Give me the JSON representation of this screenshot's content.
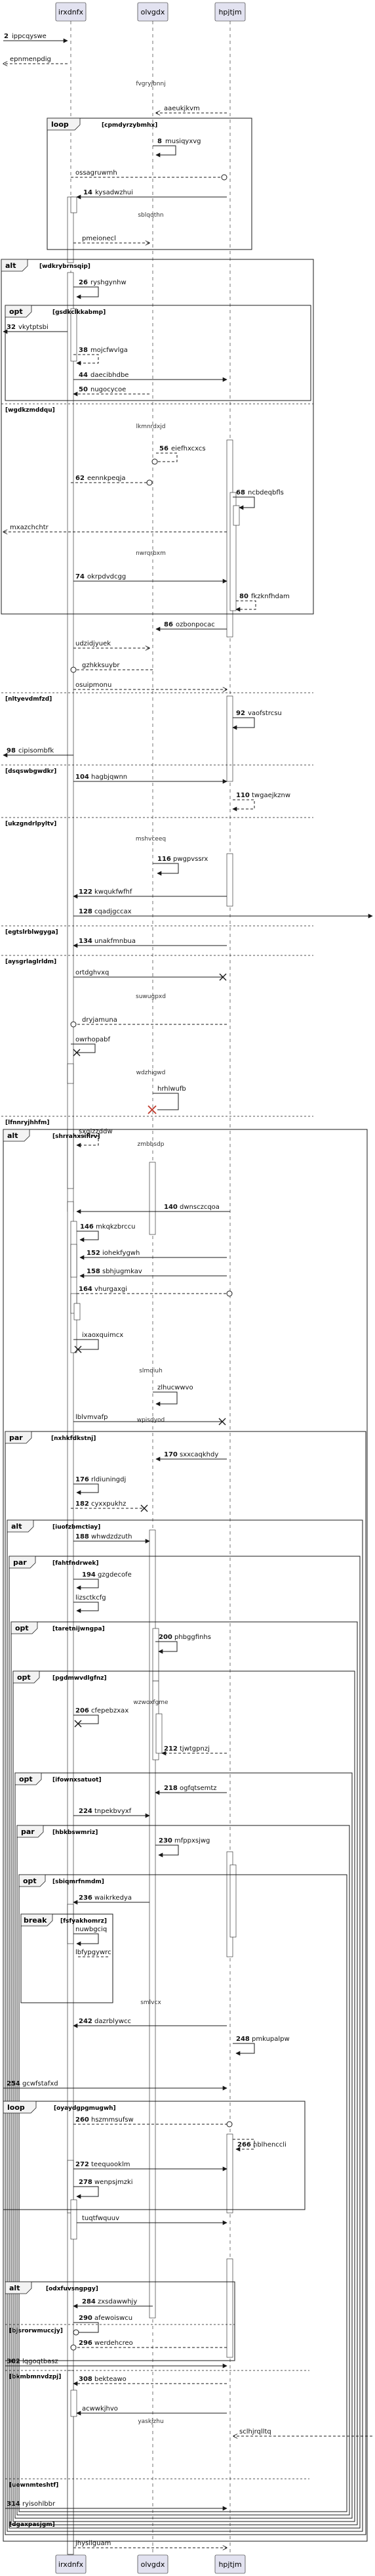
{
  "participants": [
    {
      "id": "P1",
      "name": "irxdnfx"
    },
    {
      "id": "P2",
      "name": "olvgdx"
    },
    {
      "id": "P3",
      "name": "hpjtjm"
    }
  ],
  "messages": [
    {
      "n": "2",
      "text": "ippcqyswe"
    },
    {
      "text": "epnmenpdig"
    },
    {
      "text": "aaeukjkvm"
    },
    {
      "n": "8",
      "text": "musiqyxvg"
    },
    {
      "text": "ossagruwmh"
    },
    {
      "n": "14",
      "text": "kysadwzhui"
    },
    {
      "text": "pmeionecl"
    },
    {
      "n": "26",
      "text": "ryshgynhw"
    },
    {
      "n": "32",
      "text": "vkytptsbi"
    },
    {
      "n": "38",
      "text": "mojcfwvlga"
    },
    {
      "n": "44",
      "text": "daecibhdbe"
    },
    {
      "n": "50",
      "text": "nugocycoe"
    },
    {
      "n": "56",
      "text": "eiefhxcxcs"
    },
    {
      "n": "62",
      "text": "eennkpeqja"
    },
    {
      "n": "68",
      "text": "ncbdeqbfls"
    },
    {
      "text": "mxazchchtr"
    },
    {
      "n": "74",
      "text": "okrpdvdcgg"
    },
    {
      "n": "80",
      "text": "fkzknfhdam"
    },
    {
      "n": "86",
      "text": "ozbonpocac"
    },
    {
      "text": "udzidjyuek"
    },
    {
      "text": "gzhkksuybr"
    },
    {
      "text": "osuipmonu"
    },
    {
      "n": "92",
      "text": "vaofstrcsu"
    },
    {
      "n": "98",
      "text": "cipisombfk"
    },
    {
      "n": "104",
      "text": "hagbjqwnn"
    },
    {
      "n": "110",
      "text": "twgaejkznw"
    },
    {
      "n": "116",
      "text": "pwgpvssrx"
    },
    {
      "n": "122",
      "text": "kwqukfwfhf"
    },
    {
      "n": "128",
      "text": "cqadjgccax"
    },
    {
      "n": "134",
      "text": "unakfmnbua"
    },
    {
      "text": "ortdghvxq"
    },
    {
      "text": "dryjamuna"
    },
    {
      "text": "owrhopabf"
    },
    {
      "text": "hrhlwufb"
    },
    {
      "text": "sxqlzzddw"
    },
    {
      "n": "140",
      "text": "dwnsczcqoa"
    },
    {
      "n": "146",
      "text": "mkqkzbrccu"
    },
    {
      "n": "152",
      "text": "iohekfygwh"
    },
    {
      "n": "158",
      "text": "sbhjugmkav"
    },
    {
      "n": "164",
      "text": "vhurgaxgi"
    },
    {
      "text": "ixaoxquimcx"
    },
    {
      "text": "zlhucwwvo"
    },
    {
      "text": "lblvmvafp"
    },
    {
      "n": "170",
      "text": "sxxcaqkhdy"
    },
    {
      "n": "176",
      "text": "rldiuningdj"
    },
    {
      "n": "182",
      "text": "cyxxpukhz"
    },
    {
      "n": "188",
      "text": "whwdzdzuth"
    },
    {
      "n": "194",
      "text": "gzgdecofe"
    },
    {
      "text": "lizsctkcfg"
    },
    {
      "n": "200",
      "text": "phbggfinhs"
    },
    {
      "n": "206",
      "text": "cfepebzxax"
    },
    {
      "n": "212",
      "text": "tjwtgpnzj"
    },
    {
      "n": "218",
      "text": "ogfqtsemtz"
    },
    {
      "n": "224",
      "text": "tnpekbvyxf"
    },
    {
      "n": "230",
      "text": "mfppxsjwg"
    },
    {
      "n": "236",
      "text": "waikrkedya"
    },
    {
      "text": "nuwbgciq"
    },
    {
      "text": "lbfypgywrc"
    },
    {
      "n": "242",
      "text": "dazrblywcc"
    },
    {
      "n": "248",
      "text": "pmkupalpw"
    },
    {
      "n": "254",
      "text": "gcwfstafxd"
    },
    {
      "n": "260",
      "text": "hszmmsufsw"
    },
    {
      "n": "266",
      "text": "nblhenccli"
    },
    {
      "n": "272",
      "text": "teequooklm"
    },
    {
      "n": "278",
      "text": "wenpsjmzki"
    },
    {
      "text": "tuqtfwquuv"
    },
    {
      "n": "284",
      "text": "zxsdawwhjy"
    },
    {
      "n": "290",
      "text": "afewoiswcu"
    },
    {
      "n": "296",
      "text": "werdehcreo"
    },
    {
      "n": "302",
      "text": "lqgoqtbasz"
    },
    {
      "n": "308",
      "text": "bekteawo"
    },
    {
      "text": "acwwkjhvo"
    },
    {
      "text": "sclhjrqlltq"
    },
    {
      "n": "314",
      "text": "ryisohlbbr"
    },
    {
      "text": "jhysilguam"
    }
  ],
  "fragments": [
    {
      "kw": "loop",
      "cond": "[cpmdyrzybmhx]"
    },
    {
      "kw": "alt",
      "cond": "[wdkrybrnsqip]"
    },
    {
      "kw": "opt",
      "cond": "[gsdkclkkabmp]"
    },
    {
      "kw": "",
      "cond": "[wgdkzmddqu]"
    },
    {
      "kw": "",
      "cond": "[nltyevdmfzd]"
    },
    {
      "kw": "",
      "cond": "[dsqswbgwdkr]"
    },
    {
      "kw": "",
      "cond": "[ukzgndrlpyltv]"
    },
    {
      "kw": "",
      "cond": "[egtslrblwgyga]"
    },
    {
      "kw": "",
      "cond": "[aysgrlaglrldm]"
    },
    {
      "kw": "",
      "cond": "[lfnnryjhhfm]"
    },
    {
      "kw": "alt",
      "cond": "[shrrahxsiflrv]"
    },
    {
      "kw": "par",
      "cond": "[nxhkfdkstnj]"
    },
    {
      "kw": "alt",
      "cond": "[iuofzbmctiay]"
    },
    {
      "kw": "par",
      "cond": "[fahtfndrwek]"
    },
    {
      "kw": "opt",
      "cond": "[taretnijwngpa]"
    },
    {
      "kw": "opt",
      "cond": "[pgdmwvdlgfnz]"
    },
    {
      "kw": "opt",
      "cond": "[ifownxsatuot]"
    },
    {
      "kw": "par",
      "cond": "[hbkbswmriz]"
    },
    {
      "kw": "opt",
      "cond": "[sbiqmrfnmdm]"
    },
    {
      "kw": "break",
      "cond": "[fsfyakhomrz]"
    },
    {
      "kw": "",
      "cond": "[bjsrorwmuccjy]"
    },
    {
      "kw": "loop",
      "cond": "[oyaydgpgmugwh]"
    },
    {
      "kw": "alt",
      "cond": "[odxfuvsngpgy]"
    },
    {
      "kw": "",
      "cond": "[bkmbmnvdzpj]"
    },
    {
      "kw": "",
      "cond": "[uewnmteshtf]"
    },
    {
      "kw": "",
      "cond": "[dgaxpasjgm]"
    }
  ],
  "dividers": [
    "fvgryjbnnj",
    "sblqqthn",
    "lkmnrdxjd",
    "nwrqrbxm",
    "mshvceeq",
    "suwugpxd",
    "wdzhigwd",
    "zmbbsdp",
    "slmqiuh",
    "wpisdyod",
    "wzwoxfgme",
    "smlvcx",
    "yaskjzhu"
  ]
}
